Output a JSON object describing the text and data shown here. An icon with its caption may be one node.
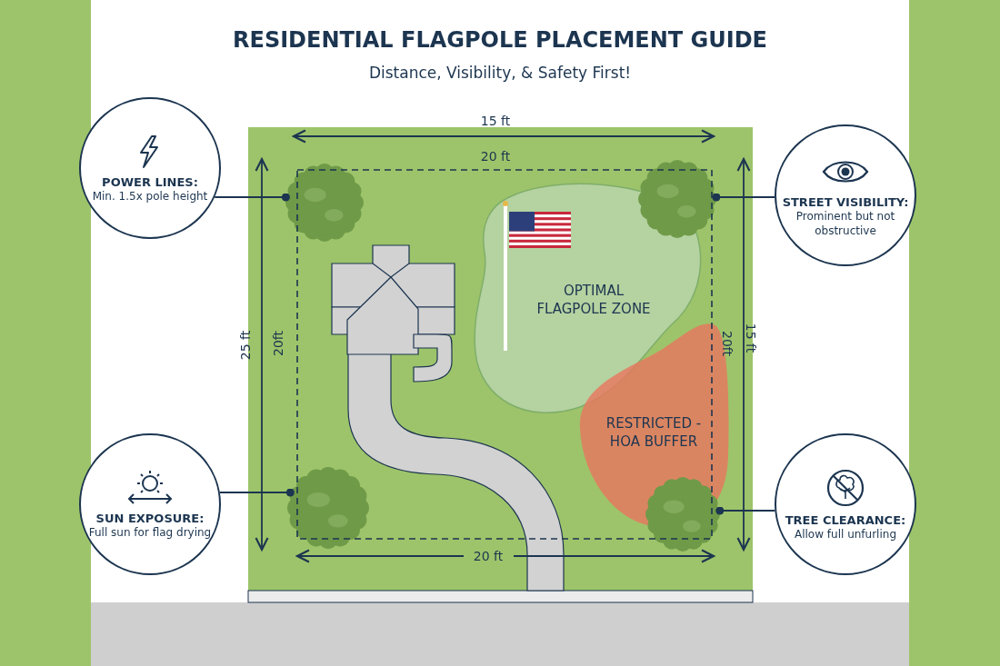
{
  "diagram": {
    "title": "RESIDENTIAL FLAGPOLE PLACEMENT GUIDE",
    "nodes": [
      {
        "text": [
          "POWER LINES:",
          "Min. 1.5x pole height"
        ]
      },
      {
        "text": [
          "STREET VISIBILITY:",
          "Prominent but not obstructive"
        ]
      },
      {
        "text": [
          "SUN EXPOSURE:",
          "Full sun for flag drying"
        ]
      },
      {
        "text": [
          "TREE CLEARANCE:",
          "Allow full unfurling"
        ]
      },
      {
        "text": [
          "OPTIMAL FLAGPOLE ZONE"
        ]
      },
      {
        "text": [
          "RESTRICTED - HOA BUFFER"
        ]
      },
      {
        "text": [],
        "shape": "picture"
      },
      {
        "text": [],
        "shape": "picture"
      },
      {
        "text": [],
        "shape": "picture"
      },
      {
        "text": [],
        "shape": "picture"
      }
    ],
    "edges": [
      {
        "from": 0,
        "to": 6,
        "arrow": "other"
      },
      {
        "from": 1,
        "to": 7,
        "arrow": "other"
      },
      {
        "from": 2,
        "to": 8,
        "arrow": "other"
      },
      {
        "from": 3,
        "to": 9,
        "arrow": "other"
      }
    ],
    "labels": [
      "Distance, Visibility, & Safety First!",
      "15 ft",
      "20 ft",
      "25 ft",
      "20ft",
      "20ft",
      "15 ft",
      "20 ft"
    ]
  }
}
